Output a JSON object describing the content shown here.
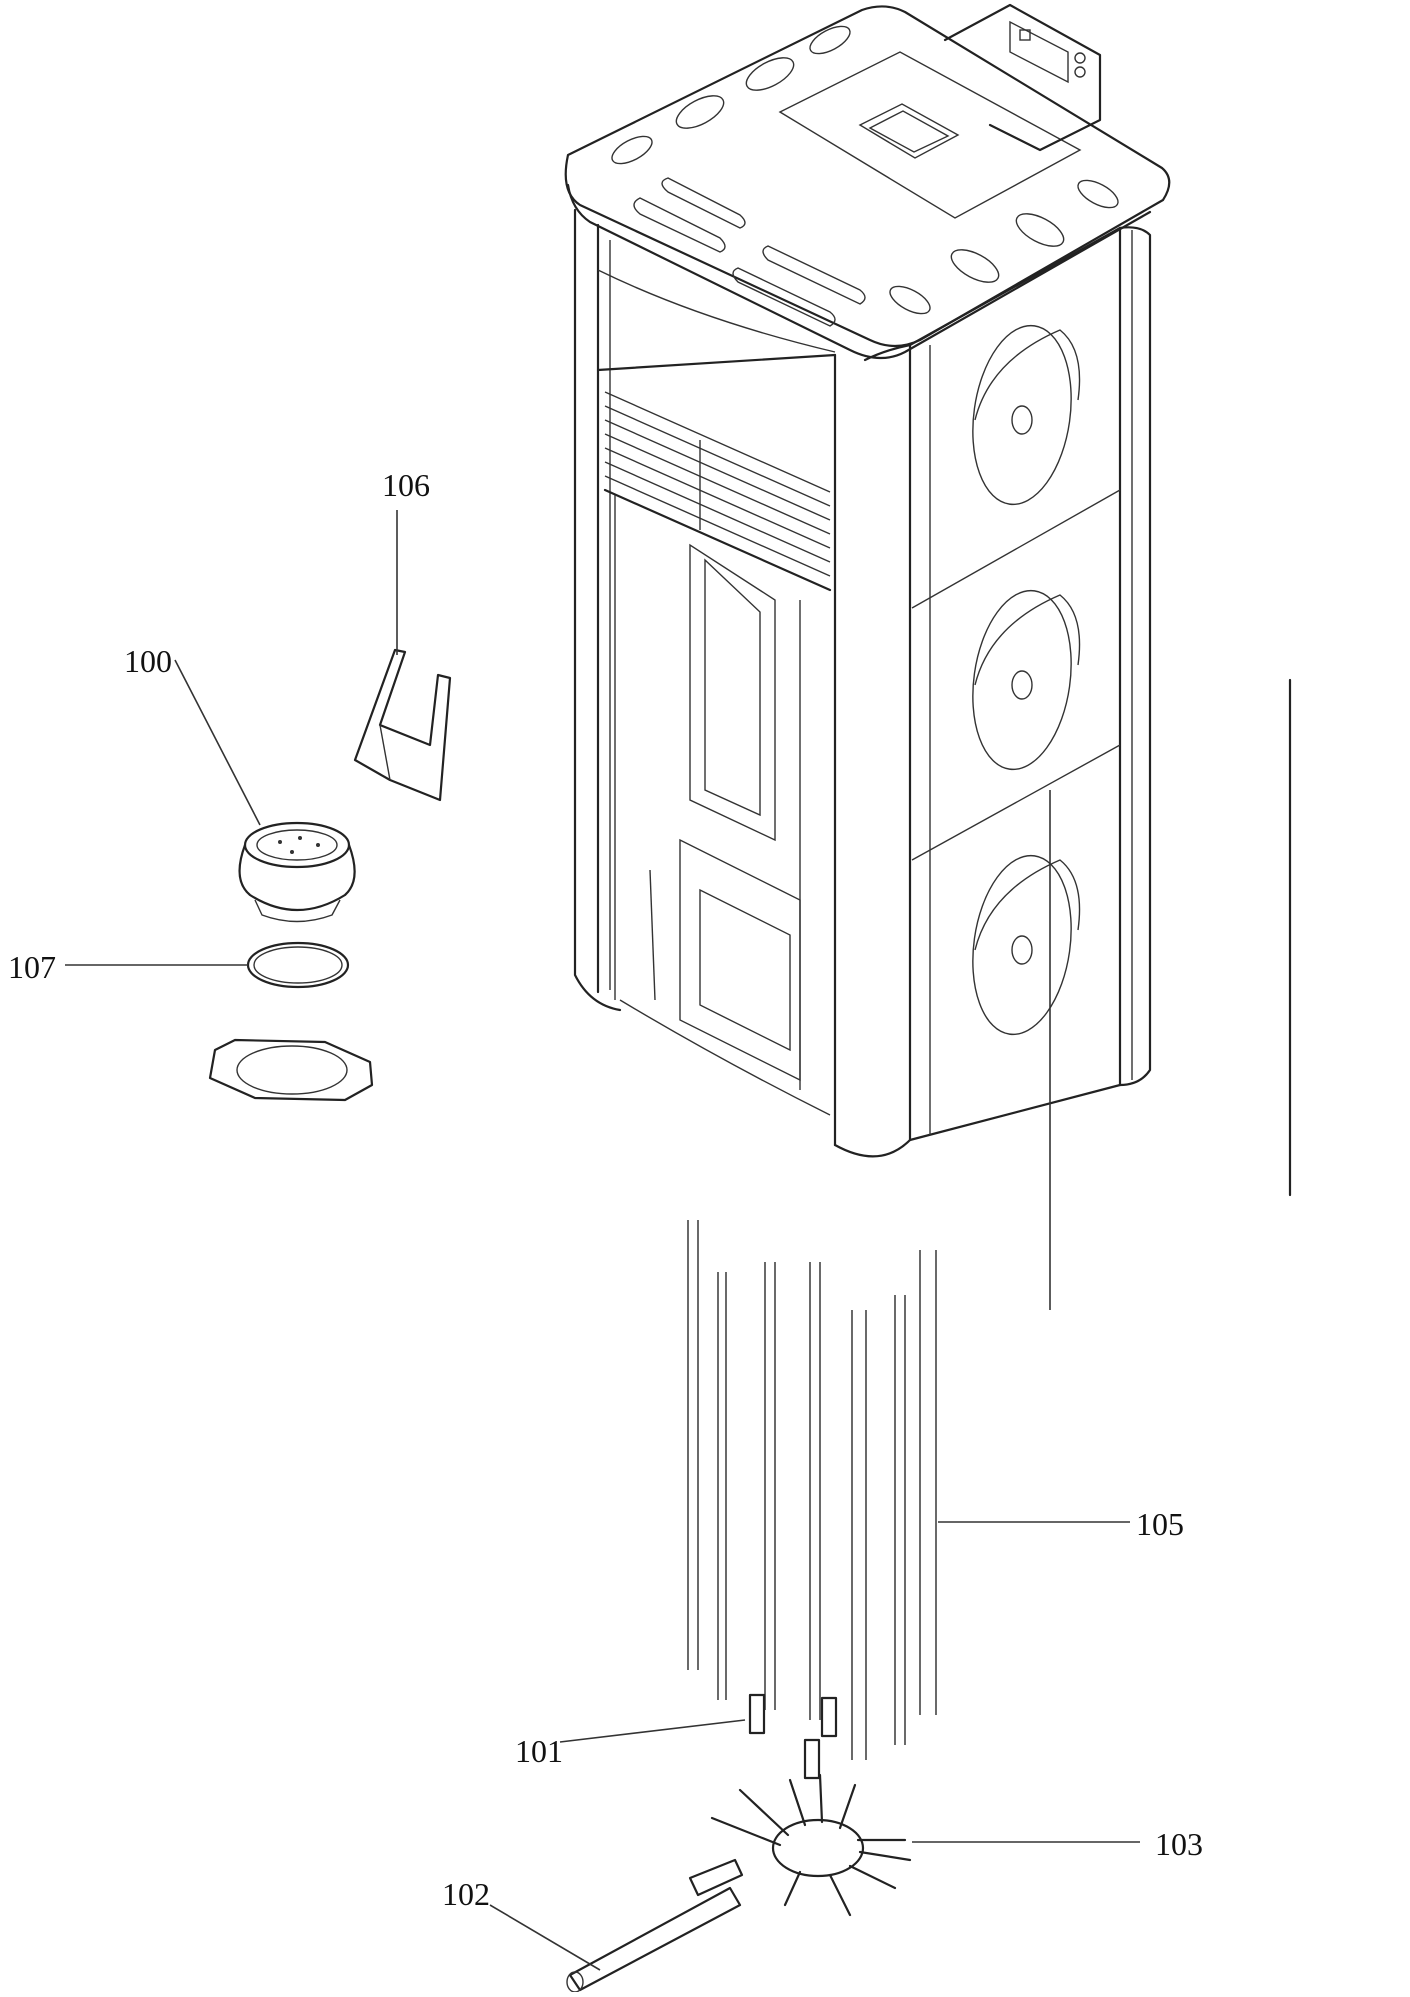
{
  "callouts": {
    "c100": "100",
    "c101": "101",
    "c102": "102",
    "c103": "103",
    "c105": "105",
    "c106": "106",
    "c107": "107"
  },
  "colors": {
    "ink": "#222222",
    "background": "#ffffff"
  }
}
